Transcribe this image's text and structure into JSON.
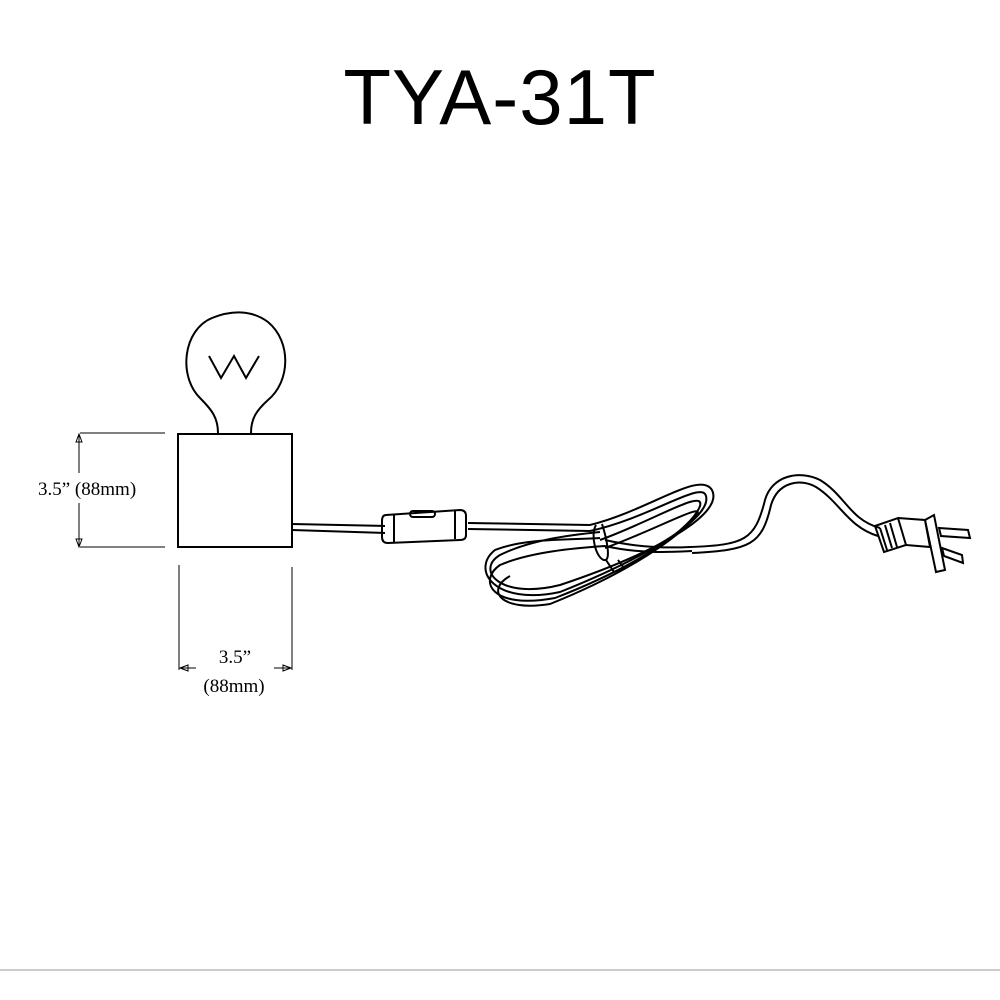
{
  "title": "TYA-31T",
  "dimensions": {
    "height_label": "3.5” (88mm)",
    "width_label_in": "3.5”",
    "width_label_mm": "(88mm)"
  },
  "colors": {
    "line": "#000000",
    "footer_rule": "#999999"
  }
}
